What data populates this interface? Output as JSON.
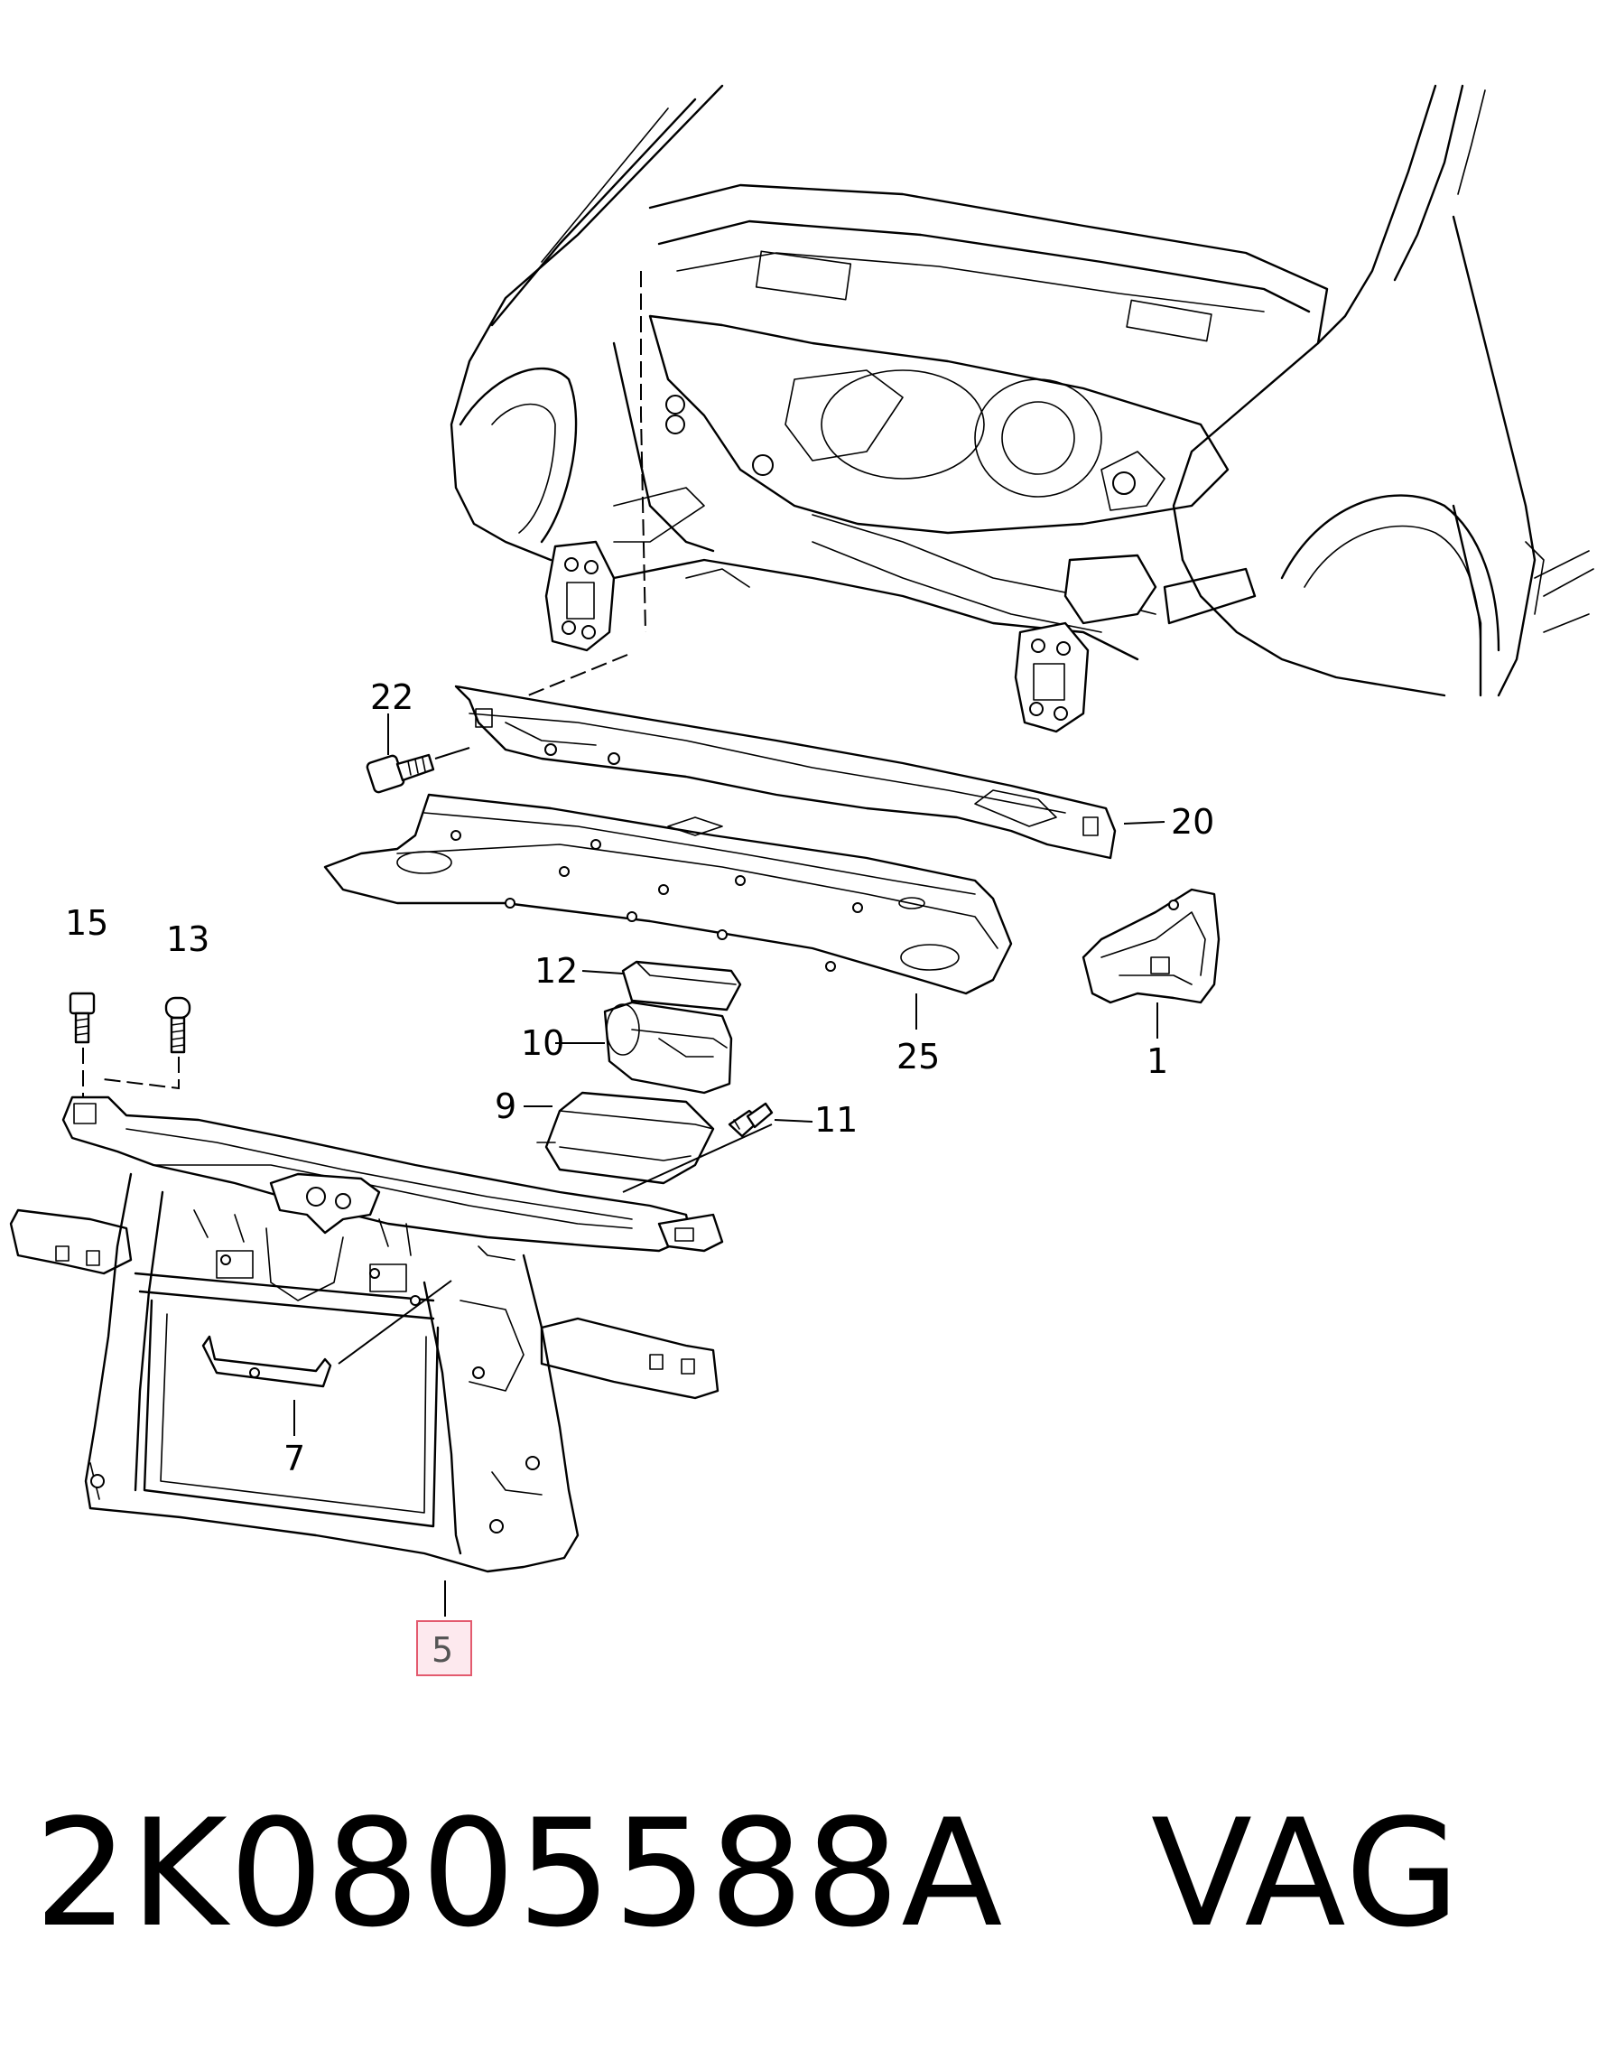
{
  "callouts": {
    "c22": "22",
    "c20": "20",
    "c15": "15",
    "c13": "13",
    "c12": "12",
    "c10": "10",
    "c9": "9",
    "c11": "11",
    "c25": "25",
    "c1": "1",
    "c7": "7",
    "c5": "5"
  },
  "highlight": {
    "part": "5",
    "color": "#e35a6e"
  },
  "footer": {
    "part_number": "2K0805588A",
    "brand": "VAG"
  }
}
